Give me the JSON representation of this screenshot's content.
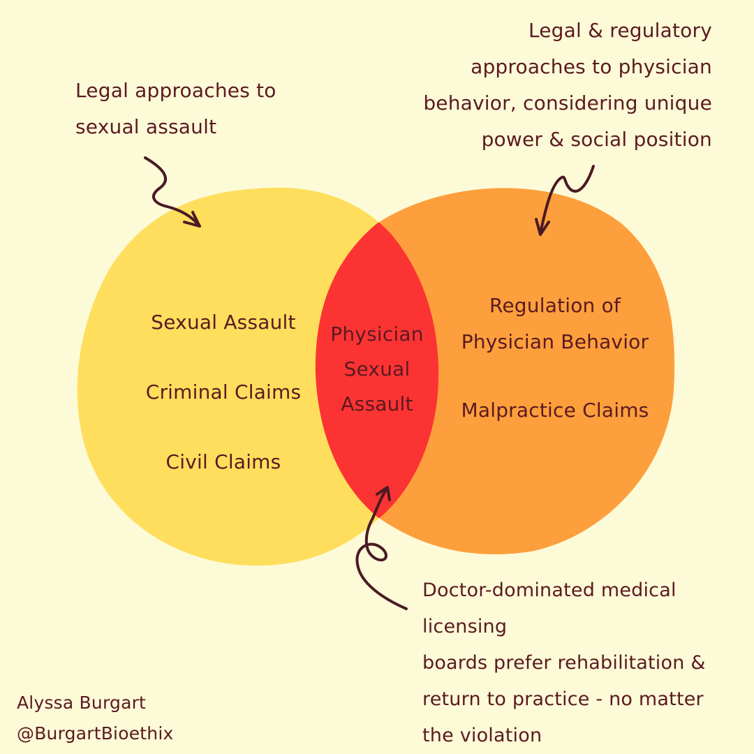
{
  "annotations": {
    "left_note": [
      "Legal approaches to",
      "sexual assault"
    ],
    "right_note": [
      "Legal & regulatory",
      "approaches to physician",
      "behavior, considering unique",
      "power & social position"
    ],
    "bottom_note": [
      "Doctor-dominated medical licensing",
      "boards prefer rehabilitation &",
      "return to practice - no matter",
      "the violation"
    ]
  },
  "left_circle": {
    "color": "#fede5c",
    "items": [
      "Sexual Assault",
      "Criminal Claims",
      "Civil Claims"
    ]
  },
  "right_circle": {
    "color": "#fd9f3c",
    "items": [
      "Regulation of",
      "Physician Behavior",
      "Malpractice Claims"
    ]
  },
  "overlap": {
    "color": "#fc3333",
    "lines": [
      "Physician",
      "Sexual",
      "Assault"
    ]
  },
  "credit": {
    "name": "Alyssa Burgart",
    "handle": "@BurgartBioethix"
  },
  "colors": {
    "background": "#fdfad7",
    "text": "#5a1a22"
  }
}
